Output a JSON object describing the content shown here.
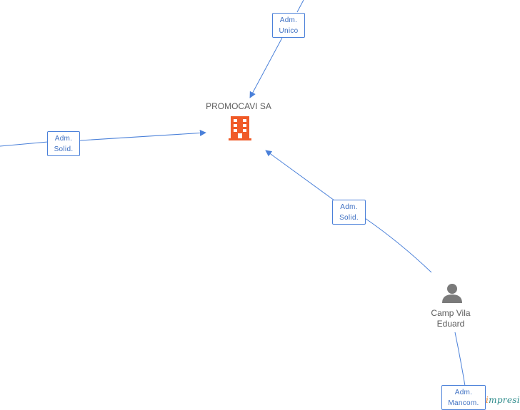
{
  "nodes": {
    "company": {
      "label": "PROMOCAVI SA",
      "icon": "building-icon",
      "color": "#f05a28"
    },
    "person": {
      "label_line1": "Camp Vila",
      "label_line2": "Eduard",
      "icon": "person-icon",
      "color": "#7a7a7a"
    }
  },
  "edges": {
    "top": {
      "line1": "Adm.",
      "line2": "Unico"
    },
    "left": {
      "line1": "Adm.",
      "line2": "Solid."
    },
    "person_to_company": {
      "line1": "Adm.",
      "line2": "Solid."
    },
    "bottom": {
      "line1": "Adm.",
      "line2": "Mancom."
    }
  },
  "colors": {
    "edge": "#4a80d9",
    "edge_text": "#3d6fc2",
    "node_text": "#5d5d5d"
  },
  "brand": {
    "initial": "i",
    "rest": "mpresia"
  }
}
